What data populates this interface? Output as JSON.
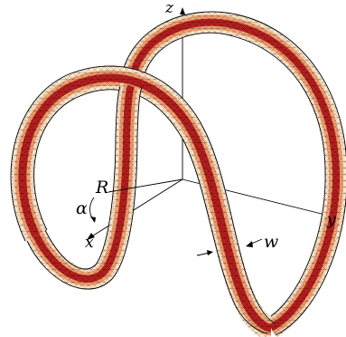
{
  "labels": {
    "z_axis": "z",
    "y_axis": "y",
    "x_axis": "x",
    "radius": "R",
    "angle": "α",
    "width": "w"
  },
  "colors": {
    "outer_band": "#fde6cc",
    "middle_band": "#f0a070",
    "inner_band": "#b41e1e",
    "mesh_line": "#000000"
  }
}
